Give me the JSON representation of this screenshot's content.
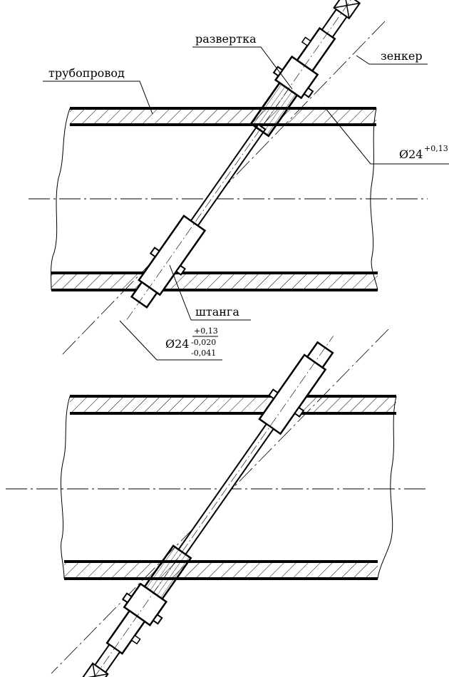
{
  "labels": {
    "pipeline": "трубопровод",
    "reamer": "развертка",
    "countersink": "зенкер",
    "rod": "штанга"
  },
  "dimensions": {
    "hole": {
      "symbol": "Ø24",
      "tolerance_upper": "+0,13"
    },
    "rod_fit": {
      "symbol": "Ø24",
      "hole_tolerance": "+0,13",
      "shaft_tolerance_upper": "-0,020",
      "shaft_tolerance_lower": "-0,041"
    }
  }
}
